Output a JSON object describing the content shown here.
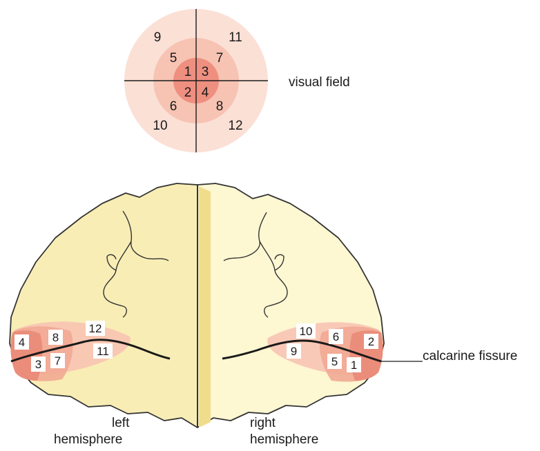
{
  "visual_field": {
    "label": "visual field",
    "center_numbers": [
      "1",
      "3",
      "2",
      "4"
    ],
    "middle_numbers": [
      "5",
      "7",
      "6",
      "8"
    ],
    "outer_numbers": [
      "9",
      "11",
      "10",
      "12"
    ]
  },
  "hemispheres": {
    "left_label_line1": "left",
    "left_label_line2": "hemisphere",
    "right_label_line1": "right",
    "right_label_line2": "hemisphere",
    "left_numbers": [
      "4",
      "8",
      "12",
      "3",
      "7",
      "11"
    ],
    "right_numbers": [
      "10",
      "6",
      "2",
      "9",
      "5",
      "1"
    ]
  },
  "fissure_label": "calcarine fissure",
  "colors": {
    "outer_zone": "#fbe0d6",
    "middle_zone": "#f7c3b3",
    "center_zone": "#ee8f80",
    "brain_fill": "#f8edb5",
    "brain_fill_right": "#fdf7d2",
    "brain_stroke": "#333333"
  }
}
